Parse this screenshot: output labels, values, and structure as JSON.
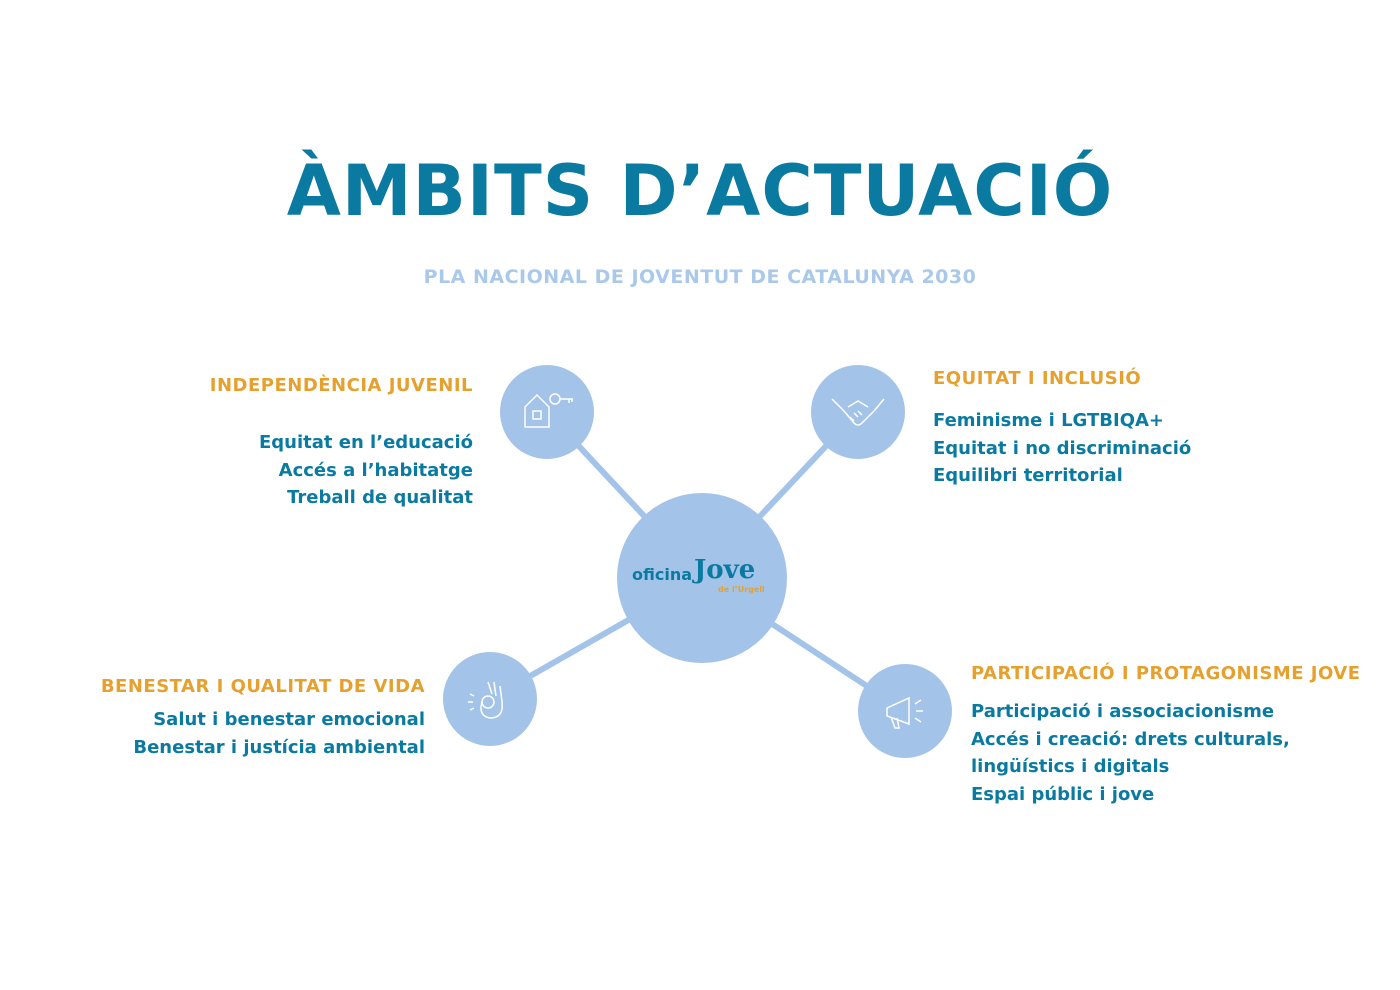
{
  "header": {
    "title": "ÀMBITS D’ACTUACIÓ",
    "subtitle": "PLA NACIONAL DE JOVENTUT DE CATALUNYA 2030"
  },
  "center": {
    "logo_text_1": "oficina",
    "logo_text_2": "Jove",
    "logo_text_3": "de l’Urgell"
  },
  "areas": [
    {
      "title": "INDEPENDÈNCIA JUVENIL",
      "icon": "house-key-icon",
      "items": [
        "Equitat en l’educació",
        "Accés a l’habitatge",
        "Treball de qualitat"
      ]
    },
    {
      "title": "EQUITAT I INCLUSIÓ",
      "icon": "handshake-icon",
      "items": [
        "Feminisme i LGTBIQA+",
        "Equitat i no discriminació",
        "Equilibri territorial"
      ]
    },
    {
      "title": "BENESTAR I QUALITAT DE VIDA",
      "icon": "ok-hand-icon",
      "items": [
        "Salut i benestar emocional",
        "Benestar i justícia ambiental"
      ]
    },
    {
      "title": "PARTICIPACIÓ I PROTAGONISME JOVE",
      "icon": "megaphone-icon",
      "items": [
        "Participació i associacionisme",
        "Accés i creació: drets culturals,",
        "lingüístics i digitals",
        "Espai públic i jove"
      ]
    }
  ],
  "colors": {
    "primary": "#0b7aa1",
    "accent": "#e6a02e",
    "light": "#a3c4e8"
  }
}
